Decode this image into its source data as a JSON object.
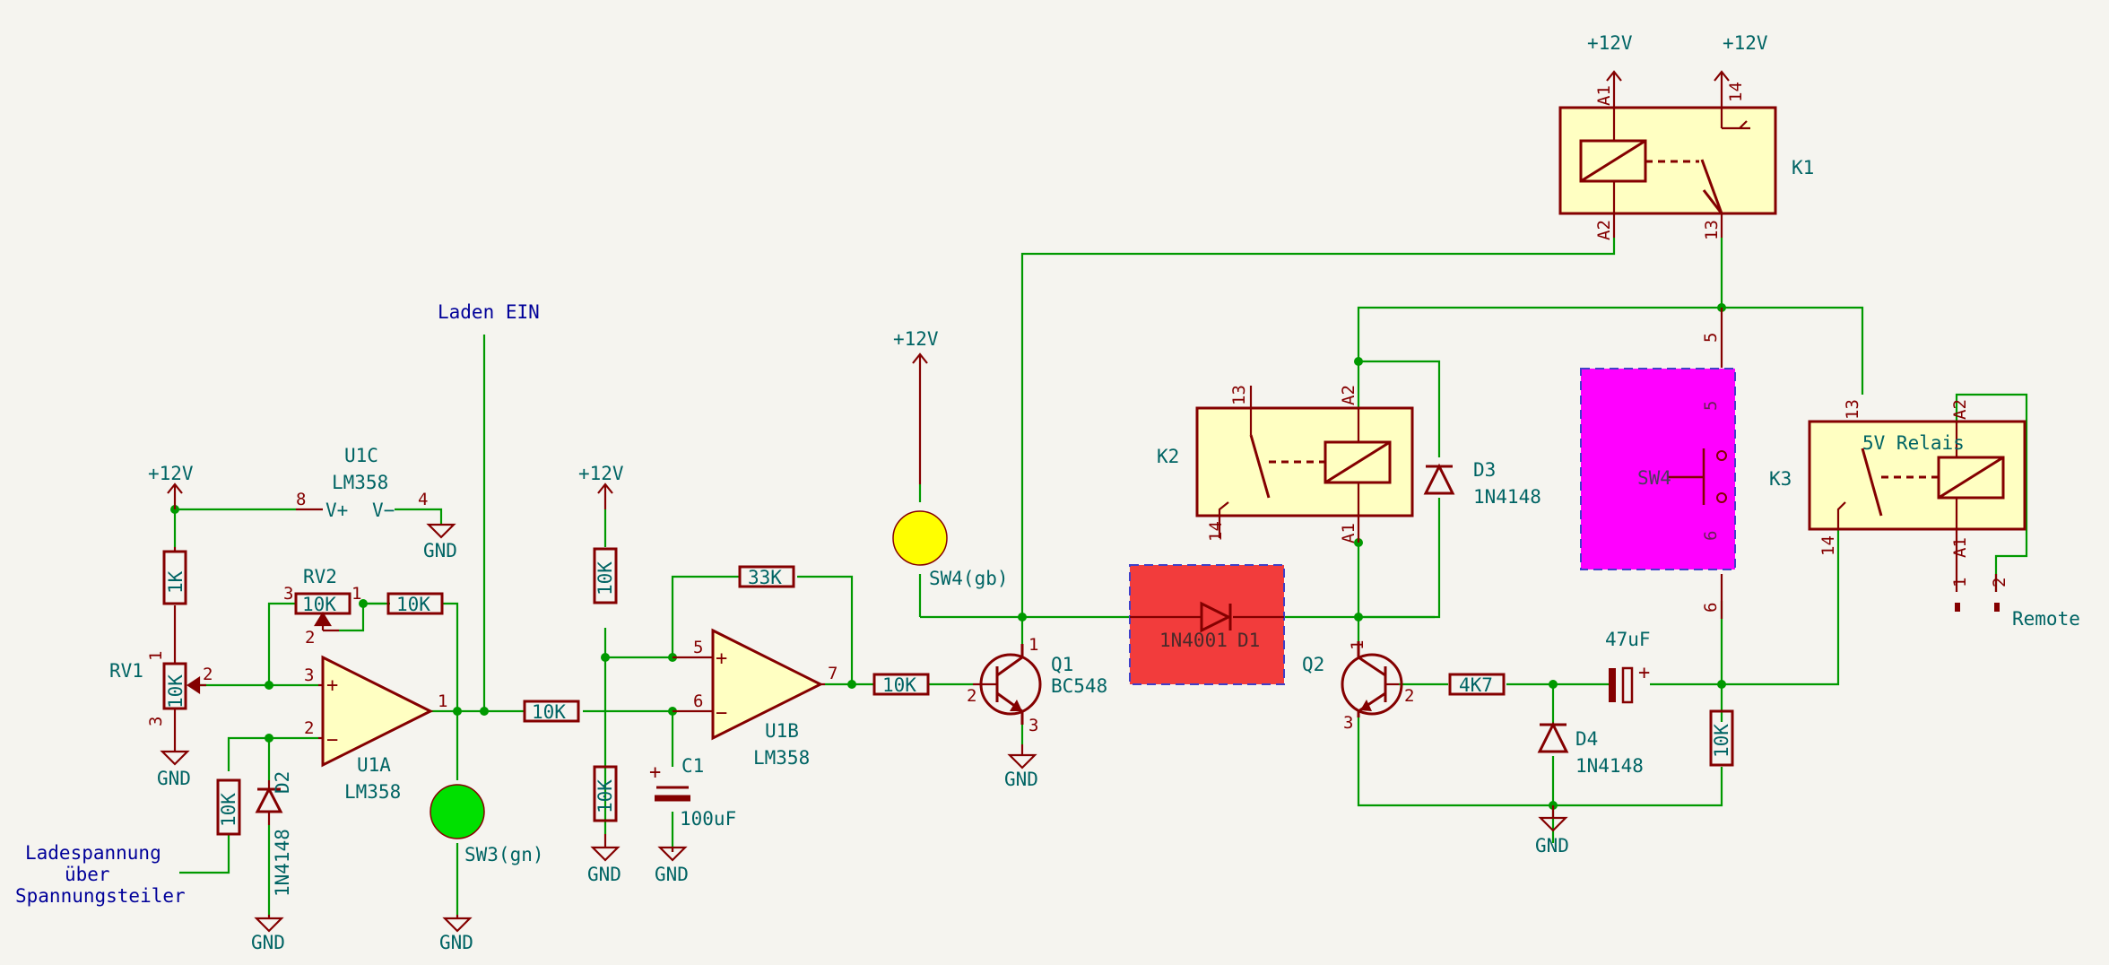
{
  "labels": {
    "laden_ein": "Laden EIN",
    "ladespannung_1": "Ladespannung",
    "ladespannung_2": "über",
    "ladespannung_3": "Spannungsteiler",
    "remote": "Remote"
  },
  "power": {
    "p12": "+12V",
    "gnd": "GND"
  },
  "components": {
    "rv1": {
      "ref": "RV1",
      "value": "10K"
    },
    "r1k": {
      "value": "1K"
    },
    "rv2": {
      "ref": "RV2",
      "value": "10K"
    },
    "r_fb1": {
      "value": "10K"
    },
    "r_div": {
      "value": "10K"
    },
    "d2": {
      "ref": "D2",
      "value": "1N4148"
    },
    "u1a": {
      "ref": "U1A",
      "value": "LM358"
    },
    "u1c": {
      "ref": "U1C",
      "value": "LM358",
      "vplus": "V+",
      "vminus": "V−"
    },
    "sw3": {
      "ref": "SW3(gn)"
    },
    "r_in": {
      "value": "10K"
    },
    "r_top": {
      "value": "10K"
    },
    "r_bot": {
      "value": "10K"
    },
    "c1": {
      "ref": "C1",
      "value": "100uF"
    },
    "r33k": {
      "value": "33K"
    },
    "u1b": {
      "ref": "U1B",
      "value": "LM358"
    },
    "r_base": {
      "value": "10K"
    },
    "q1": {
      "ref": "Q1",
      "value": "BC548"
    },
    "sw4gb": {
      "ref": "SW4(gb)"
    },
    "d1": {
      "ref": "D1",
      "value": "1N4001"
    },
    "k2": {
      "ref": "K2"
    },
    "d3": {
      "ref": "D3",
      "value": "1N4148"
    },
    "q2": {
      "ref": "Q2"
    },
    "r4k7": {
      "value": "4K7"
    },
    "d4": {
      "ref": "D4",
      "value": "1N4148"
    },
    "c47": {
      "value": "47uF"
    },
    "r_k3": {
      "value": "10K"
    },
    "sw4": {
      "ref": "SW4"
    },
    "k1": {
      "ref": "K1"
    },
    "k3": {
      "ref": "K3",
      "value": "5V Relais"
    }
  },
  "pins": {
    "p1": "1",
    "p2": "2",
    "p3": "3",
    "p4": "4",
    "p5": "5",
    "p6": "6",
    "p7": "7",
    "p8": "8",
    "p13": "13",
    "p14": "14",
    "a1": "A1",
    "a2": "A2",
    "plus": "+",
    "minus": "−"
  },
  "colors": {
    "wire": "#009900",
    "symbol": "#840000",
    "body_fill": "#ffffc2",
    "text": "#006464",
    "label": "#000099",
    "d1_highlight": "#f23c3c",
    "sw4_highlight": "#ff00ff",
    "sw3_led": "#00e000",
    "sw4gb_led": "#ffff00"
  }
}
